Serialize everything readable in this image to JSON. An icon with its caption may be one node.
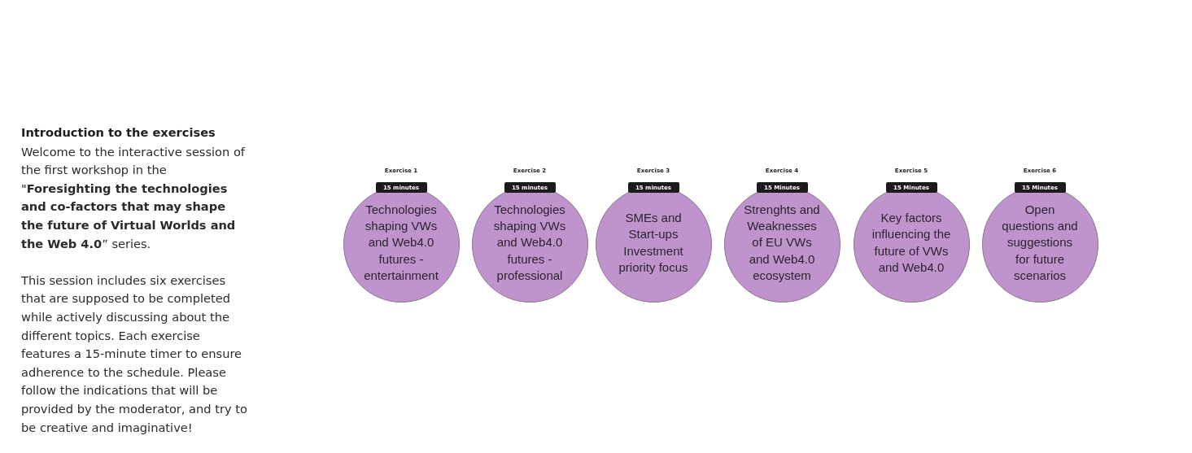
{
  "diagram": {
    "title": "Introduction to the exercises",
    "nodes": [
      {
        "text": [
          "Exercise 1",
          "Technologies shaping VWs and Web4.0 futures - entertainment"
        ]
      },
      {
        "text": [
          "15 minutes"
        ]
      },
      {
        "text": [
          "Exercise 2",
          "Technologies shaping VWs and Web4.0 futures - professional"
        ]
      },
      {
        "text": [
          "15 minutes"
        ]
      },
      {
        "text": [
          "Exercise 3",
          "SMEs and Start-ups Investment priority focus"
        ]
      },
      {
        "text": [
          "15 minutes"
        ]
      },
      {
        "text": [
          "Exercise 4",
          "Strenghts and Weaknesses of EU VWs and Web4.0 ecosystem"
        ]
      },
      {
        "text": [
          "15 Minutes"
        ]
      },
      {
        "text": [
          "Exercise 5",
          "Key factors influencing the future of VWs and Web4.0"
        ]
      },
      {
        "text": [
          "15 Minutes"
        ]
      },
      {
        "text": [
          "Exercise 6",
          "Open questions and suggestions for future scenarios"
        ]
      },
      {
        "text": [
          "15 Minutes"
        ]
      }
    ],
    "labels": [
      "Welcome to the interactive session of the first workshop in the \"**Foresighting the technologies and co-factors that may shape the future of Virtual Worlds and the Web 4.0**” series.",
      "This session includes six exercises that are supposed to be completed while actively discussing about the different topics. Each exercise features a 15-minute timer to ensure adherence to the schedule. Please follow the indications that will be provided by the moderator, and try to be creative and imaginative!"
    ]
  }
}
